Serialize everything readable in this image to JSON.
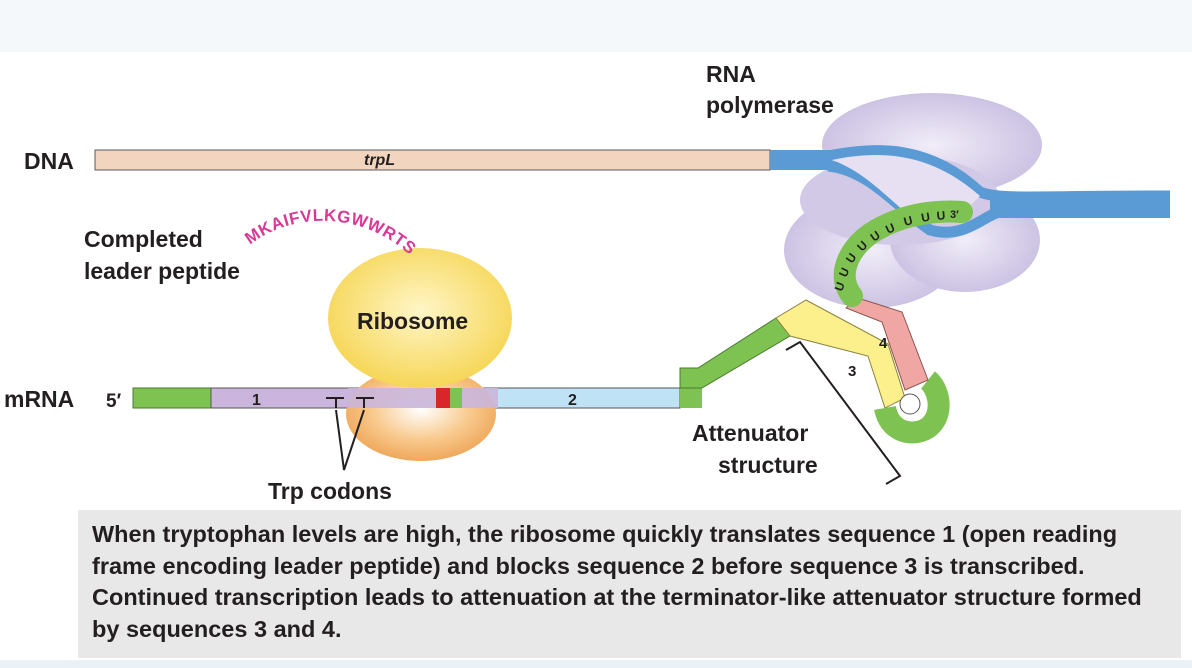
{
  "labels": {
    "dna": "DNA",
    "trpl": "trpL",
    "rna_polymerase_line1": "RNA",
    "rna_polymerase_line2": "polymerase",
    "completed_line1": "Completed",
    "completed_line2": "leader peptide",
    "peptide_sequence": "MKAIFVLKGWWRTS",
    "ribosome": "Ribosome",
    "mrna": "mRNA",
    "five_prime": "5′",
    "three_prime": "3′",
    "seg1": "1",
    "seg2": "2",
    "seg3": "3",
    "seg4": "4",
    "u": "U",
    "trp_codons": "Trp codons",
    "attenuator_line1": "Attenuator",
    "attenuator_line2": "structure"
  },
  "caption": {
    "text": "When tryptophan levels are high, the ribosome quickly translates sequence 1 (open reading frame encoding leader peptide) and blocks sequence 2 before sequence 3 is transcribed. Continued transcription leads to attenuation at the terminator-like attenuator structure formed by sequences 3 and 4."
  },
  "colors": {
    "dna_leader": "#f2d5bf",
    "dna_blue": "#5b9bd5",
    "polymerase": "#cdc3e3",
    "ribosome_top": "#f8df6e",
    "ribosome_bottom": "#f0a657",
    "seq1": "#cab6dc",
    "seq2": "#bfe3f5",
    "seq3": "#fbf08c",
    "seq4": "#f0a6a2",
    "green": "#7ec252",
    "stop_codon": "#d9262a",
    "peptide": "#d63a96"
  }
}
